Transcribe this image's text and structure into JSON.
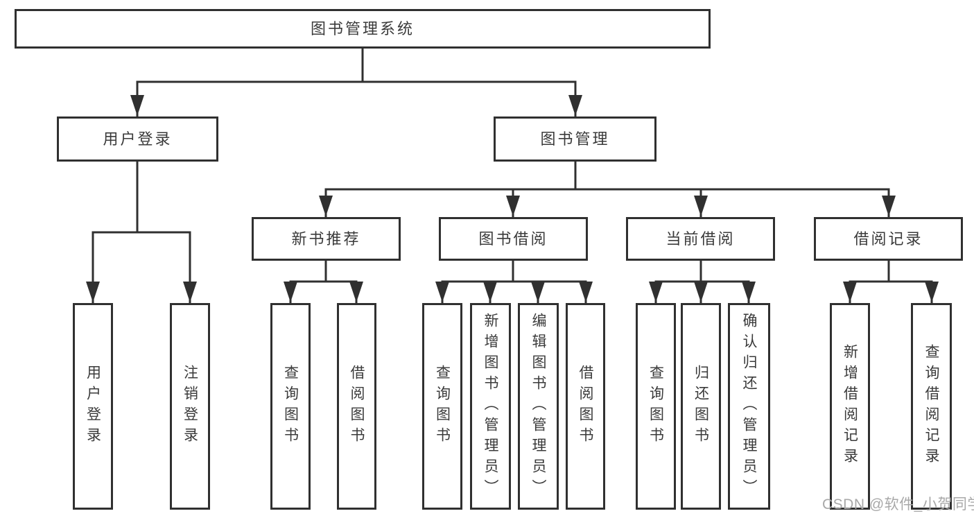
{
  "title": "图书管理系统",
  "watermark": "CSDN @软件_小贺同学",
  "colors": {
    "line": "#303030",
    "box_border": "#303030",
    "text": "#3a3a3a",
    "watermark": "#a8a8a8",
    "background": "#ffffff"
  },
  "tree": {
    "root": {
      "label": "图书管理系统"
    },
    "login": {
      "label": "用户登录",
      "children": [
        {
          "label": "用户登录"
        },
        {
          "label": "注销登录"
        }
      ]
    },
    "management": {
      "label": "图书管理",
      "groups": [
        {
          "label": "新书推荐",
          "children": [
            {
              "label": "查询图书"
            },
            {
              "label": "借阅图书"
            }
          ]
        },
        {
          "label": "图书借阅",
          "children": [
            {
              "label": "查询图书"
            },
            {
              "label": "新增图书（管理员）"
            },
            {
              "label": "编辑图书（管理员）"
            },
            {
              "label": "借阅图书"
            }
          ]
        },
        {
          "label": "当前借阅",
          "children": [
            {
              "label": "查询图书"
            },
            {
              "label": "归还图书"
            },
            {
              "label": "确认归还（管理员）"
            }
          ]
        },
        {
          "label": "借阅记录",
          "children": [
            {
              "label": "新增借阅记录"
            },
            {
              "label": "查询借阅记录"
            }
          ]
        }
      ]
    }
  }
}
